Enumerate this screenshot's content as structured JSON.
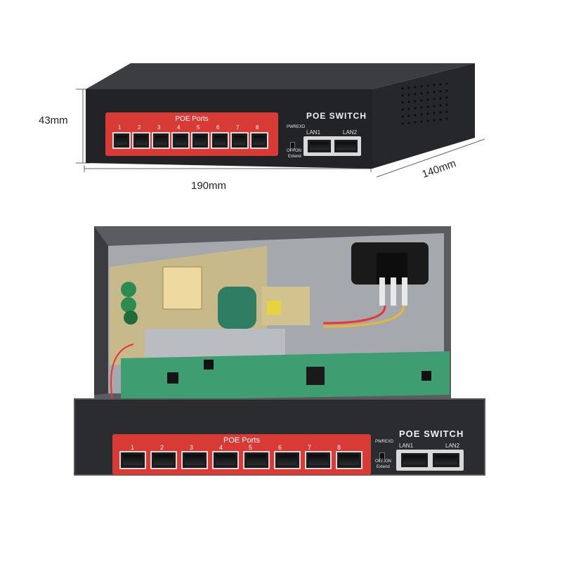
{
  "dimensions": {
    "height": "43mm",
    "width": "190mm",
    "depth": "140mm"
  },
  "front_panel": {
    "section_label": "POE Ports",
    "port_numbers": [
      "1",
      "2",
      "3",
      "4",
      "5",
      "6",
      "7",
      "8"
    ],
    "brand_text": "POE SWITCH",
    "led_labels": [
      "PWR",
      "EXD"
    ],
    "switch_labels": [
      "OFF",
      "ON"
    ],
    "mode_label": "Extend",
    "uplink_labels": [
      "LAN1",
      "LAN2"
    ]
  },
  "colors": {
    "panel_red": "#d83a35",
    "chassis": "#2a2b2e",
    "pcb_green": "#3f9d72"
  }
}
